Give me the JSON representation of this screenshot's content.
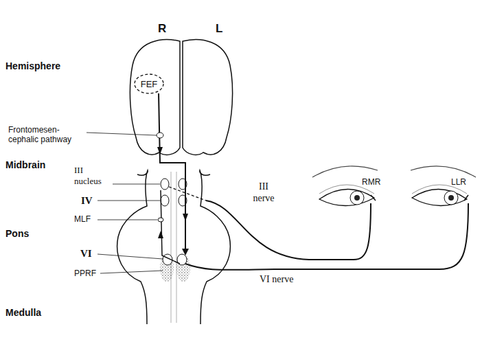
{
  "diagram": {
    "nodes": [
      {
        "text": [
          "FEF"
        ]
      }
    ],
    "labels": [
      "R",
      "L",
      "Hemisphere",
      "Frontomesen- cephalic pathway",
      "Midbrain",
      "III nucleus",
      "IV",
      "MLF",
      "Pons",
      "VI",
      "PPRF",
      "III nerve",
      "VI nerve",
      "Medulla",
      "RMR",
      "LLR"
    ]
  }
}
